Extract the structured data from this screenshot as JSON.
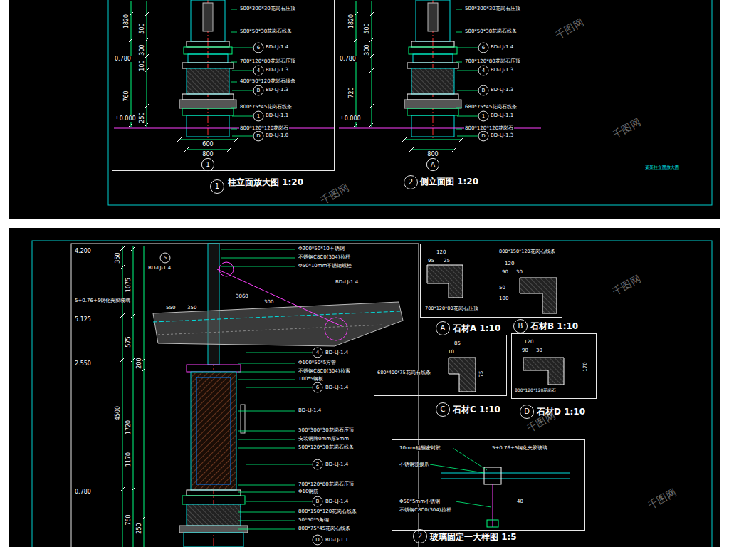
{
  "diagram": {
    "nodes": [
      {
        "text": [
          "柱立面放大图 1:20"
        ]
      },
      {
        "text": [
          "石材A 1:10",
          "石材B 1:10"
        ]
      },
      {
        "text": [
          "石材C 1:10"
        ]
      },
      {
        "text": [
          "石材D 1:10"
        ]
      },
      {
        "text": [
          "玻璃固定一大样图 1:5"
        ]
      }
    ],
    "labels": [
      "1",
      "1",
      "A",
      "2",
      "侧立面图 1:20",
      "1820",
      "500",
      "300",
      "100",
      "760",
      "250",
      "0.780",
      "±0.000",
      "600",
      "800",
      "500*300*30花岗石压顶",
      "500*50*30花岗石线条",
      "700*120*80花岗石压顶",
      "400*50*120花岗石线条",
      "800*75*45花岗石线条",
      "800*120*120花岗石",
      "6",
      "4",
      "B",
      "1",
      "D",
      "BD-LJ-1.4",
      "BD-LJ-1.3",
      "BD-LJ-1.3",
      "BD-LJ-1.1",
      "BD-LJ-1.0",
      "1820",
      "500",
      "300",
      "720",
      "0.780",
      "±0.000",
      "800",
      "500*300*30花岗石压顶",
      "500*50*30花岗石线条",
      "700*120*80花岗石压顶",
      "680*75*45花岗石线条",
      "800*120*120花岗石",
      "6",
      "4",
      "B",
      "1",
      "D",
      "BD-LJ-1.4",
      "BD-LJ-1.3",
      "BD-LJ-1.3",
      "BD-LJ-1.1",
      "BD-LJ-1.3",
      "某某柱立面放大图",
      "4.200",
      "350",
      "1075",
      "5+0.76+5钢化夹胶玻璃",
      "5.125",
      "575",
      "2.550",
      "200",
      "4500",
      "1720",
      "1170",
      "0.780",
      "760",
      "250",
      "5",
      "BD-LJ-1.4",
      "3060",
      "550",
      "350",
      "300",
      "Φ200*50*10不锈钢",
      "不锈钢C8C0(304)拉杆",
      "Φ50*10mm不锈钢螺栓",
      "BD-LJ-1.4",
      "Φ100*50*5方管",
      "不锈钢C8C0(304)拉索",
      "100*5钢板",
      "BD-LJ-1.4",
      "500*300*30花岗石压顶",
      "安装铜牌0mm厚5mm",
      "500*120*30花岗石线条",
      "700*120*80花岗石压顶",
      "Φ10钢筋",
      "800*150*120花岗石线条",
      "50*50*5角钢",
      "800*75*45花岗石线条",
      "4",
      "6",
      "2",
      "B",
      "D",
      "BD-LJ-1.4",
      "BD-LJ-1.4",
      "BD-LJ-1.4",
      "BD-LJ-1.4",
      "BD-LJ-1.1",
      "120",
      "95",
      "25",
      "700*120*80花岗石压顶",
      "800*150*120花岗石线条",
      "120",
      "90",
      "30",
      "50",
      "100",
      "A",
      "B",
      "85",
      "10",
      "75",
      "680*400*75花岗石线条",
      "C",
      "120",
      "90",
      "30",
      "170",
      "800*120*120花岗石",
      "D",
      "10mm硅酮密封胶",
      "5+0.76+5钢化夹胶玻璃",
      "不锈钢驳接爪",
      "Φ50*5mm不锈钢",
      "不锈钢C8C0(304)拉杆",
      "40",
      "2",
      "千图网",
      "千图网",
      "千图网",
      "千图网",
      "千图网",
      "千图网"
    ]
  }
}
